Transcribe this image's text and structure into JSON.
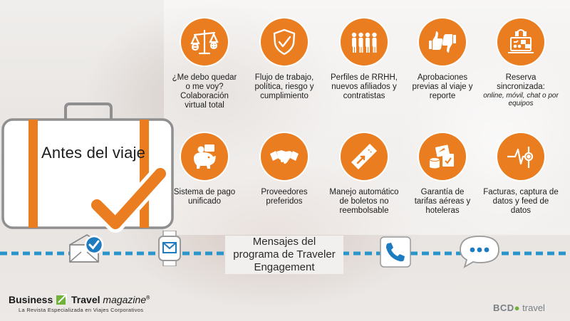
{
  "colors": {
    "accent": "#ea7d1f",
    "dash": "#2a95c9",
    "icon_white": "#ffffff"
  },
  "suitcase": {
    "title": "Antes del viaje"
  },
  "features": [
    {
      "icon": "scale-icon",
      "lines": [
        "¿Me debo quedar",
        "o me voy?",
        "Colaboración",
        "virtual total"
      ]
    },
    {
      "icon": "shield-check-icon",
      "lines": [
        "Flujo de trabajo,",
        "política, riesgo y",
        "cumplimiento"
      ]
    },
    {
      "icon": "people-icon",
      "lines": [
        "Perfiles de RRHH,",
        "nuevos afiliados y",
        "contratistas"
      ]
    },
    {
      "icon": "thumbs-up-down-icon",
      "lines": [
        "Aprobaciones",
        "previas al viaje y",
        "reporte"
      ]
    },
    {
      "icon": "booking-icon",
      "lines": [
        "Reserva",
        "sincronizada:"
      ],
      "sub": [
        "online, móvil, chat o por",
        "equipos"
      ]
    },
    {
      "icon": "piggy-bank-icon",
      "lines": [
        "Sistema de pago",
        "unificado"
      ]
    },
    {
      "icon": "handshake-icon",
      "lines": [
        "Proveedores",
        "preferidos"
      ]
    },
    {
      "icon": "ticket-icon",
      "lines": [
        "Manejo automático",
        "de boletos no",
        "reembolsable"
      ]
    },
    {
      "icon": "fare-guarantee-icon",
      "lines": [
        "Garantía de",
        "tarifas aéreas y",
        "hoteleras"
      ]
    },
    {
      "icon": "invoice-data-icon",
      "lines": [
        "Facturas, captura de",
        "datos y feed de",
        "datos"
      ]
    }
  ],
  "timeline": {
    "message_lines": [
      "Mensajes del",
      "programa de Traveler",
      "Engagement"
    ]
  },
  "footer": {
    "brand_left_a": "Business",
    "brand_left_b": "Travel",
    "brand_left_c": "magazine",
    "brand_reg": "®",
    "tagline": "La Revista Especializada en Viajes Corporativos",
    "brand_right_a": "BCD",
    "brand_right_b": "travel"
  }
}
